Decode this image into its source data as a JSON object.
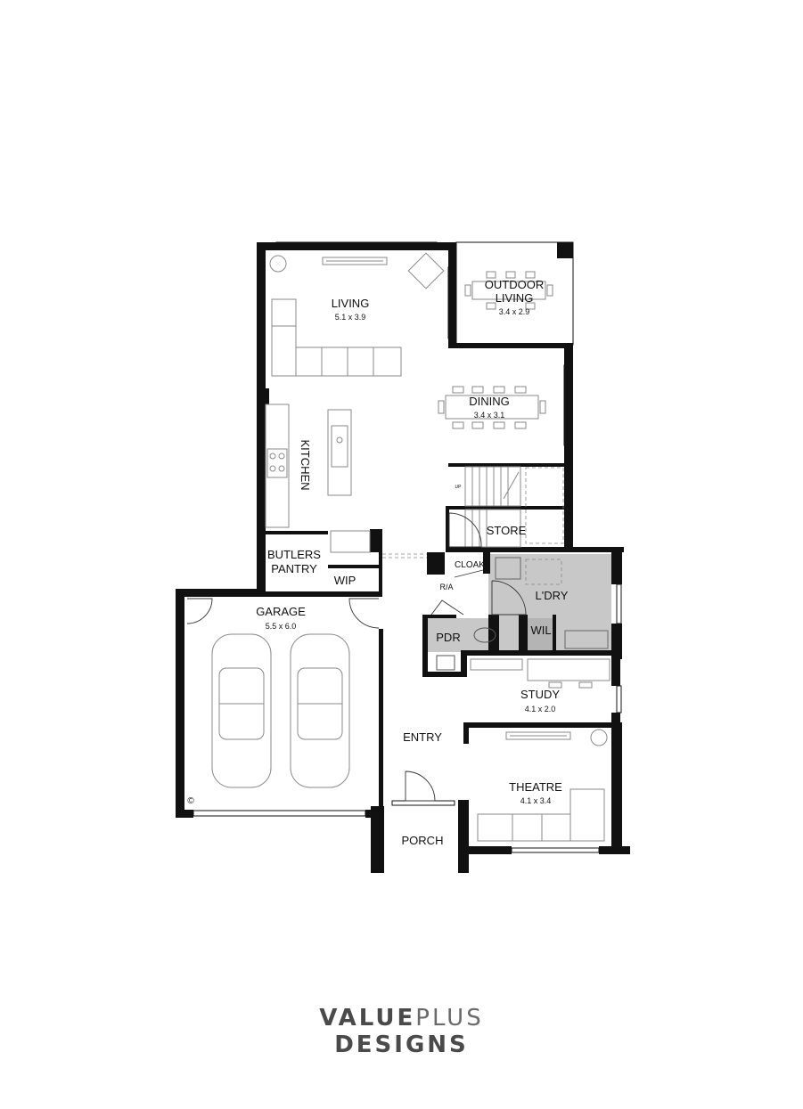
{
  "rooms": {
    "living": {
      "name": "LIVING",
      "size": "5.1 x 3.9"
    },
    "outdoor_living": {
      "name_line1": "OUTDOOR",
      "name_line2": "LIVING",
      "size": "3.4 x 2.9"
    },
    "dining": {
      "name": "DINING",
      "size": "3.4 x 3.1"
    },
    "kitchen": {
      "name": "KITCHEN"
    },
    "store": {
      "name": "STORE"
    },
    "butlers_pantry": {
      "name_line1": "BUTLERS",
      "name_line2": "PANTRY"
    },
    "wip": {
      "name": "WIP"
    },
    "cloak": {
      "name": "CLOAK"
    },
    "ra": {
      "name": "R/A"
    },
    "laundry": {
      "name": "L'DRY"
    },
    "garage": {
      "name": "GARAGE",
      "size": "5.5 x 6.0"
    },
    "pdr": {
      "name": "PDR"
    },
    "wil": {
      "name": "WIL"
    },
    "study": {
      "name": "STUDY",
      "size": "4.1 x 2.0"
    },
    "entry": {
      "name": "ENTRY"
    },
    "theatre": {
      "name": "THEATRE",
      "size": "4.1 x 3.4"
    },
    "porch": {
      "name": "PORCH"
    }
  },
  "stair_label": "UP",
  "copyright_mark": "©",
  "logo": {
    "line1_bold": "VALUE",
    "line1_thin": "PLUS",
    "line2": "DESIGNS"
  },
  "colors": {
    "wall": "#111111",
    "wet_area": "#c8c8c8",
    "fixture": "#9a9a9a",
    "logo": "#4a4a4a"
  }
}
